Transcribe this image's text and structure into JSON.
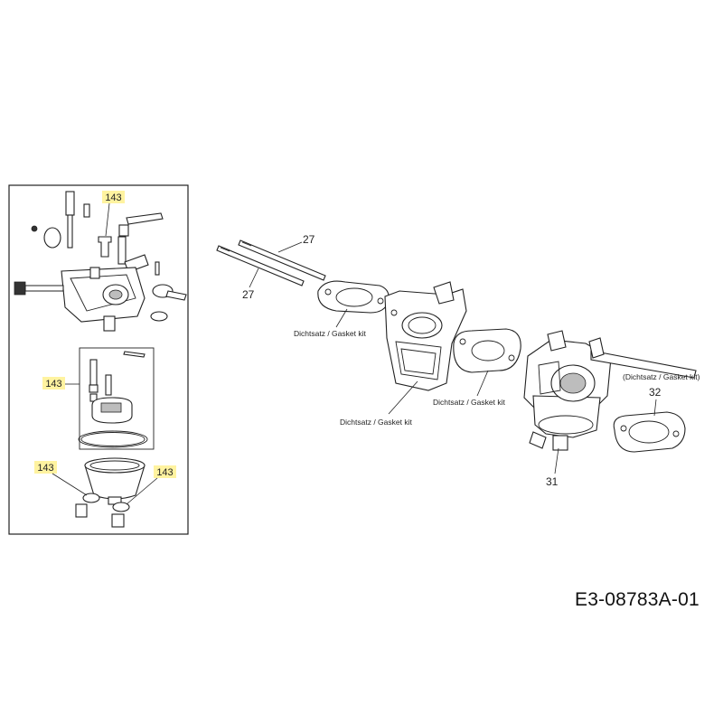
{
  "diagram_code": "E3-08783A-01",
  "highlight_color": "#fff3a0",
  "callouts": {
    "a": "143",
    "b": "143",
    "c": "143",
    "d": "143",
    "stud_top": "27",
    "stud_bottom": "27",
    "carburetor": "31",
    "gasket_right": "32"
  },
  "gasket_labels": {
    "first": "Dichtsatz / Gasket kit",
    "spacer": "Dichtsatz / Gasket kit",
    "middle": "Dichtsatz / Gasket kit",
    "right": "(Dichtsatz / Gasket kit)"
  }
}
